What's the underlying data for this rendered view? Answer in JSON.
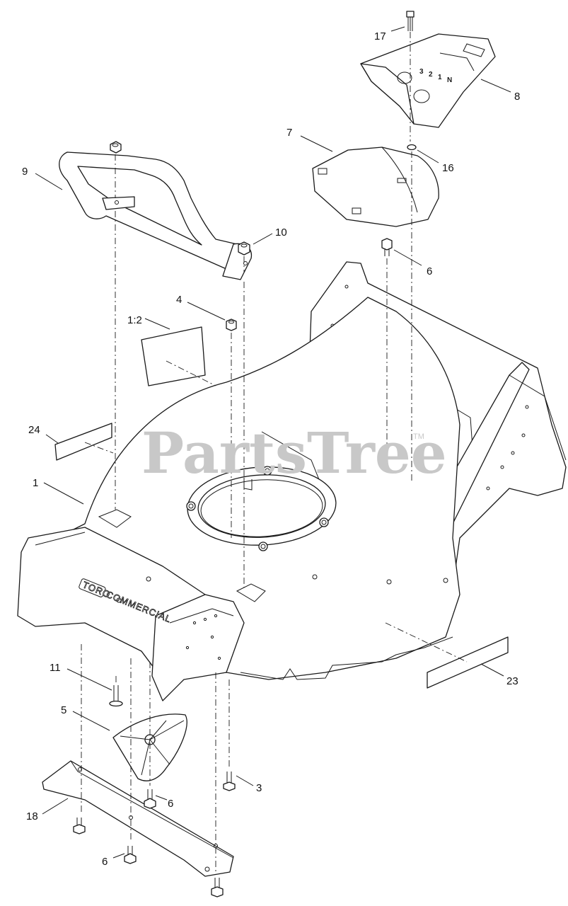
{
  "watermark": {
    "text": "PartsTree",
    "trademark": "TM"
  },
  "deck_branding": {
    "logo": "TORO",
    "text": "COMMERCIAL"
  },
  "gear_markings": [
    "3",
    "2",
    "1",
    "N"
  ],
  "callouts": [
    {
      "label": "17"
    },
    {
      "label": "8"
    },
    {
      "label": "7"
    },
    {
      "label": "16"
    },
    {
      "label": "9"
    },
    {
      "label": "10"
    },
    {
      "label": "6"
    },
    {
      "label": "4"
    },
    {
      "label": "1:2"
    },
    {
      "label": "24"
    },
    {
      "label": "1"
    },
    {
      "label": "11"
    },
    {
      "label": "5"
    },
    {
      "label": "3"
    },
    {
      "label": "6"
    },
    {
      "label": "18"
    },
    {
      "label": "6"
    },
    {
      "label": "23"
    }
  ]
}
